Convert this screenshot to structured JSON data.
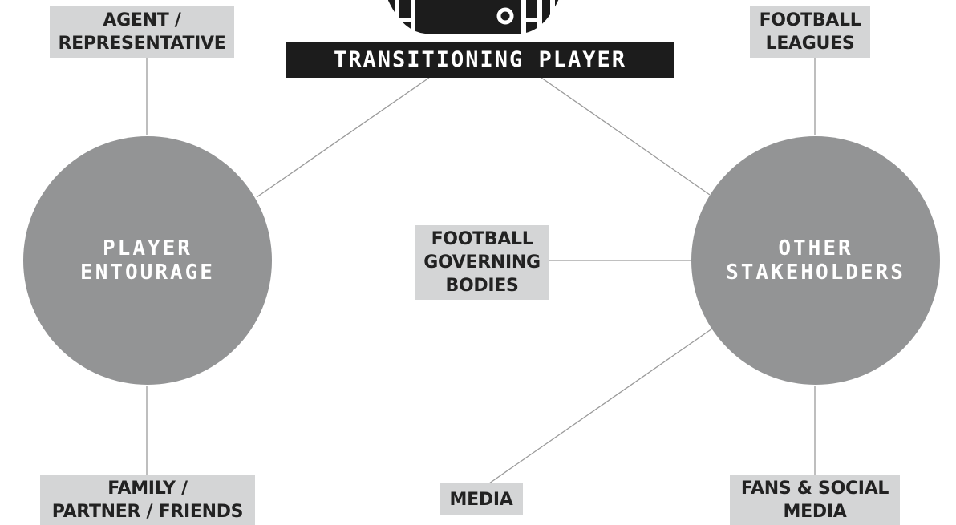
{
  "title": "TRANSITIONING PLAYER",
  "hubs": {
    "entourage": {
      "line1": "PLAYER",
      "line2": "ENTOURAGE"
    },
    "stakeholders": {
      "line1": "OTHER",
      "line2": "STAKEHOLDERS"
    }
  },
  "labels": {
    "agent": {
      "line1": "AGENT /",
      "line2": "REPRESENTATIVE"
    },
    "family": {
      "line1": "FAMILY /",
      "line2": "PARTNER / FRIENDS"
    },
    "governing": {
      "line1": "FOOTBALL",
      "line2": "GOVERNING",
      "line3": "BODIES"
    },
    "media": {
      "line1": "MEDIA"
    },
    "leagues": {
      "line1": "FOOTBALL",
      "line2": "LEAGUES"
    },
    "fans": {
      "line1": "FANS & SOCIAL",
      "line2": "MEDIA"
    }
  },
  "colors": {
    "hub": "#939495",
    "label_bg": "#d4d5d6",
    "title_bg": "#1c1c1c",
    "line": "#9a9a9a"
  }
}
